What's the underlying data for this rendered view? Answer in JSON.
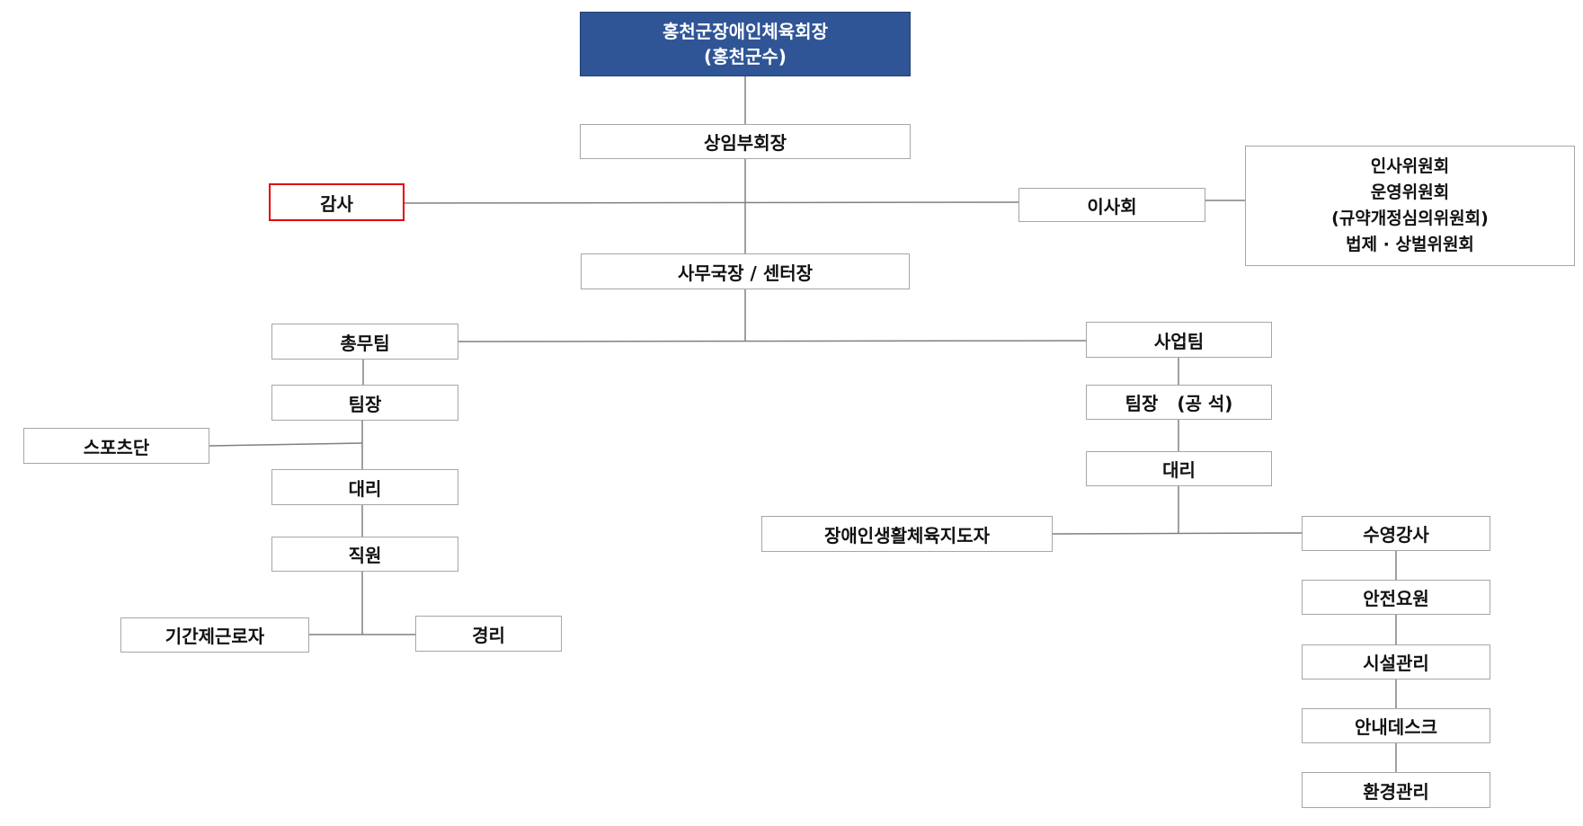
{
  "chairman": {
    "line1": "홍천군장애인체육회장",
    "line2": "(홍천군수)"
  },
  "vice_chairman": "상임부회장",
  "audit": "감사",
  "board": "이사회",
  "committees": [
    "인사위원회",
    "운영위원회",
    "(규약개정심의위원회)",
    "법제 · 상벌위원회"
  ],
  "secretary_general": "사무국장 / 센터장",
  "admin_team": {
    "name": "총무팀",
    "leader": "팀장",
    "sports_team": "스포츠단",
    "deputy": "대리",
    "staff": "직원",
    "fixed_term": "기간제근로자",
    "accounting": "경리"
  },
  "business_team": {
    "name": "사업팀",
    "leader": "팀장   (공 석)",
    "deputy": "대리",
    "instructor": "장애인생활체육지도자",
    "swim_instructor": "수영강사",
    "safety": "안전요원",
    "facility": "시설관리",
    "info_desk": "안내데스크",
    "environment": "환경관리"
  }
}
